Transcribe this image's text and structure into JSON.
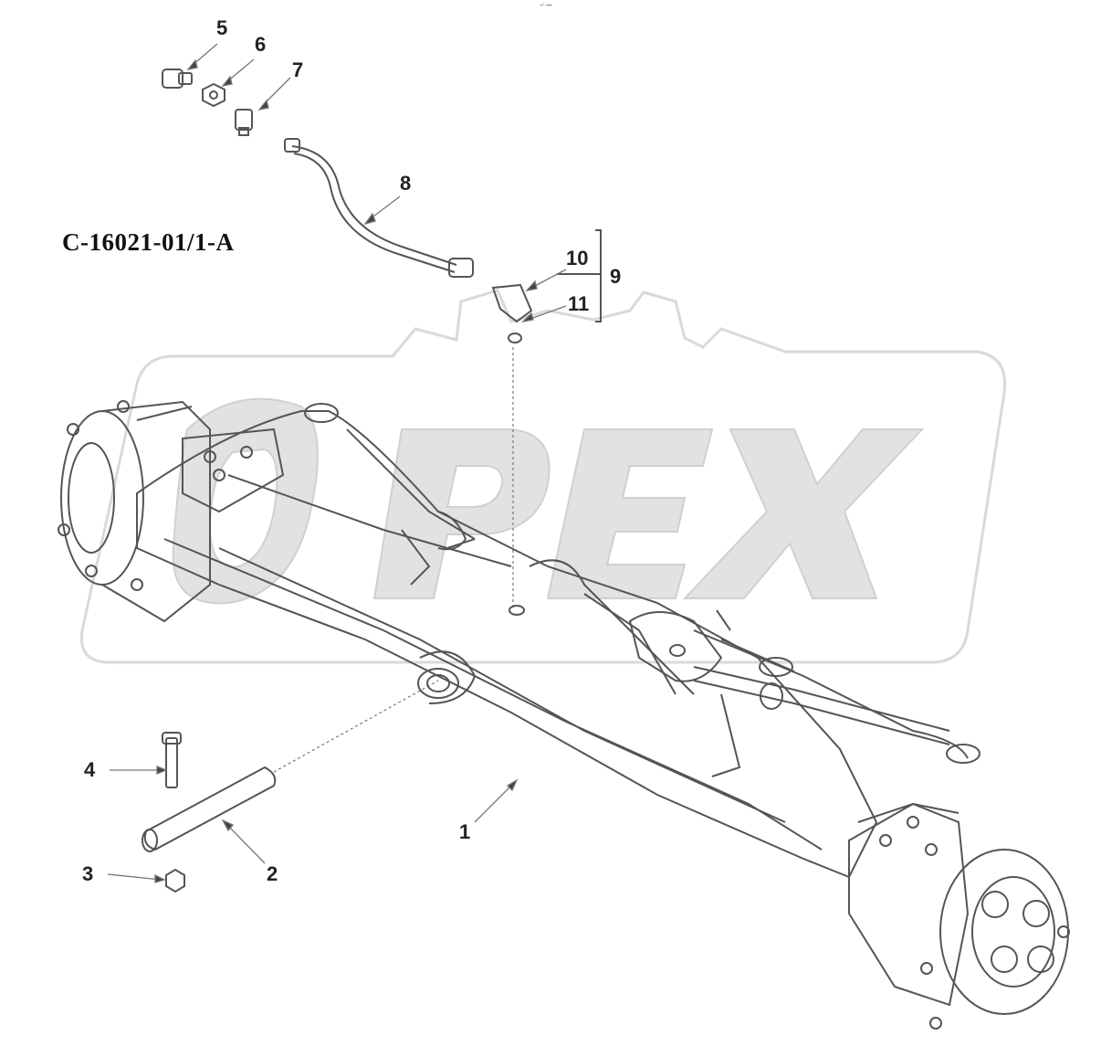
{
  "drawing_code": "C-16021-01/1-A",
  "top_mark": "•° •••",
  "watermark": {
    "text": "OPEX",
    "color": "#d8d8d8"
  },
  "colors": {
    "line": "#555555",
    "watermark": "#dcdcdc",
    "leader": "#777777"
  },
  "callouts": [
    {
      "id": "1",
      "label": "1",
      "part": "front-axle-assembly"
    },
    {
      "id": "2",
      "label": "2",
      "part": "pivot-pin"
    },
    {
      "id": "3",
      "label": "3",
      "part": "nut"
    },
    {
      "id": "4",
      "label": "4",
      "part": "bolt"
    },
    {
      "id": "5",
      "label": "5",
      "part": "fitting"
    },
    {
      "id": "6",
      "label": "6",
      "part": "washer"
    },
    {
      "id": "7",
      "label": "7",
      "part": "banjo-bolt"
    },
    {
      "id": "8",
      "label": "8",
      "part": "lubrication-hose"
    },
    {
      "id": "9",
      "label": "9",
      "part": "bracket-kit"
    },
    {
      "id": "10",
      "label": "10",
      "part": "bracket"
    },
    {
      "id": "11",
      "label": "11",
      "part": "washer"
    }
  ]
}
